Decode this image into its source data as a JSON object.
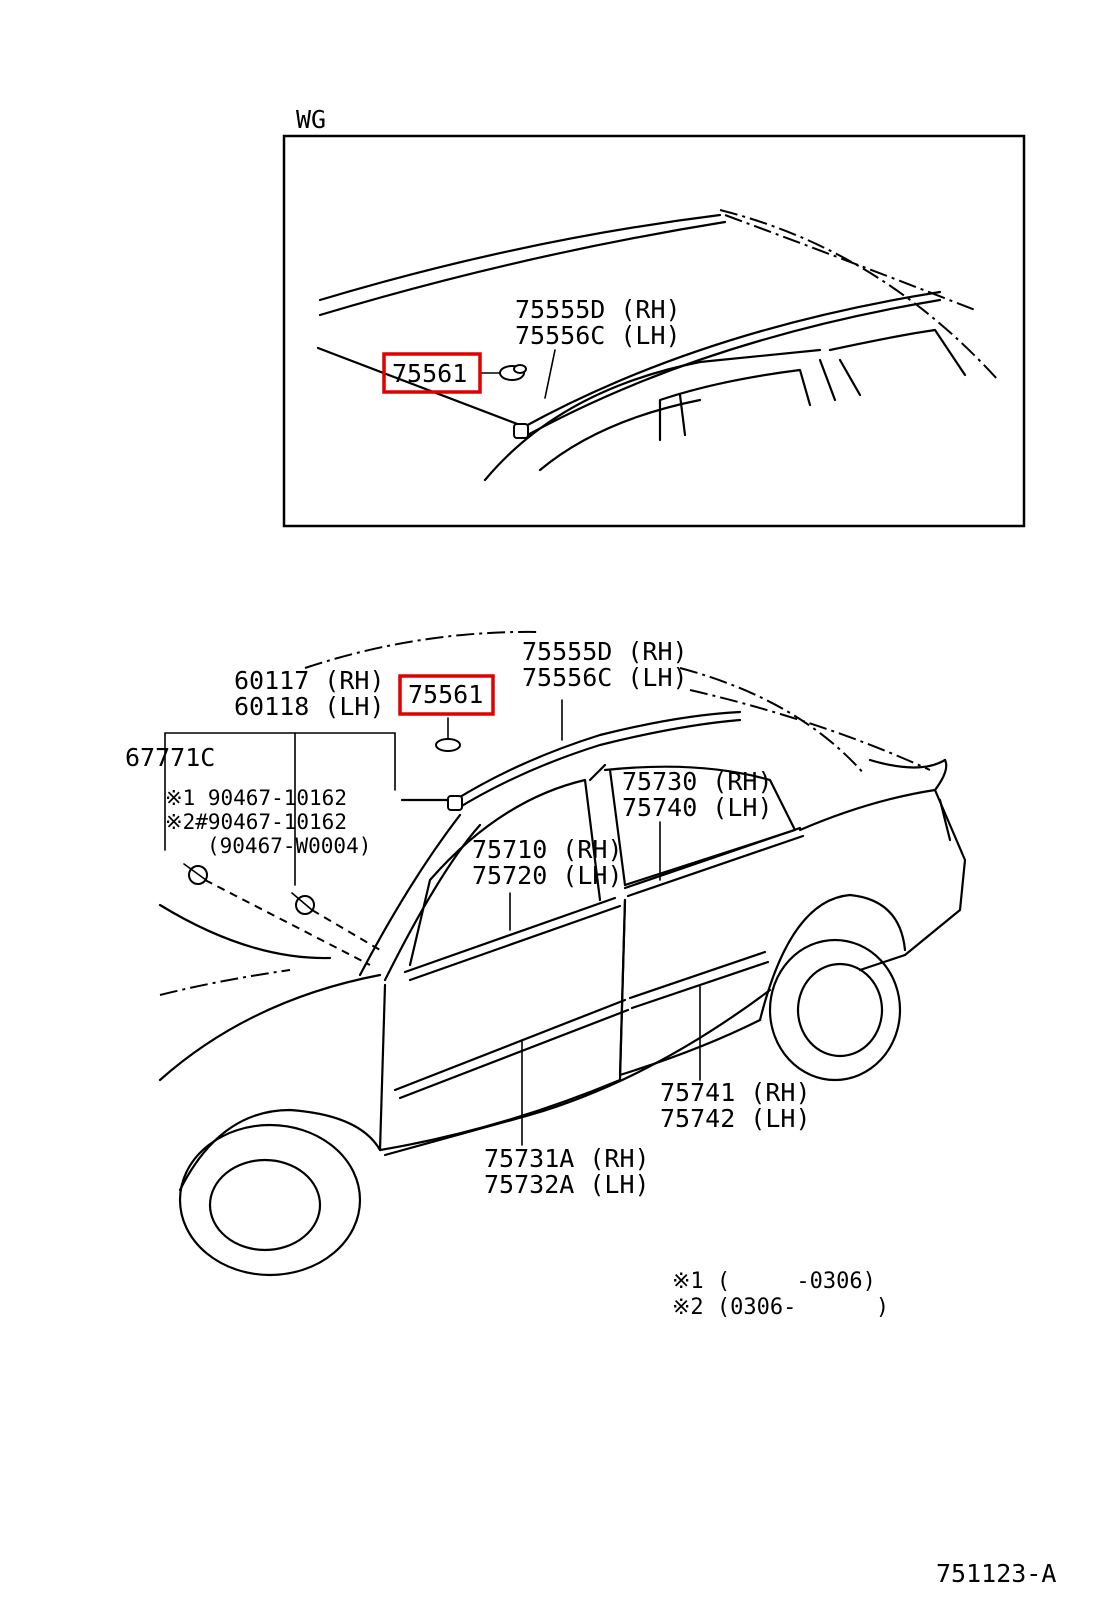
{
  "inset": {
    "title": "WG",
    "callouts": {
      "rail_rh": "75555D (RH)",
      "rail_lh": "75556C (LH)",
      "clip": "75561"
    }
  },
  "main": {
    "callouts": {
      "rail_rh": "75555D (RH)",
      "rail_lh": "75556C (LH)",
      "clip": "75561",
      "fender_rh": "60117 (RH)",
      "fender_lh": "60118 (LH)",
      "seal": "67771C",
      "clip_note1": "※1  90467-10162",
      "clip_note2": "※2#90467-10162",
      "clip_note3": "(90467-W0004)",
      "rear_belt_rh": "75730 (RH)",
      "rear_belt_lh": "75740 (LH)",
      "front_belt_rh": "75710 (RH)",
      "front_belt_lh": "75720 (LH)",
      "rear_side_rh": "75741 (RH)",
      "rear_side_lh": "75742 (LH)",
      "front_side_rh": "75731A (RH)",
      "front_side_lh": "75732A (LH)"
    }
  },
  "legend": {
    "note1": "※1 (     -0306)",
    "note2": "※2 (0306-      )"
  },
  "figure_id": "751123-A",
  "highlight_color": "#e00000"
}
